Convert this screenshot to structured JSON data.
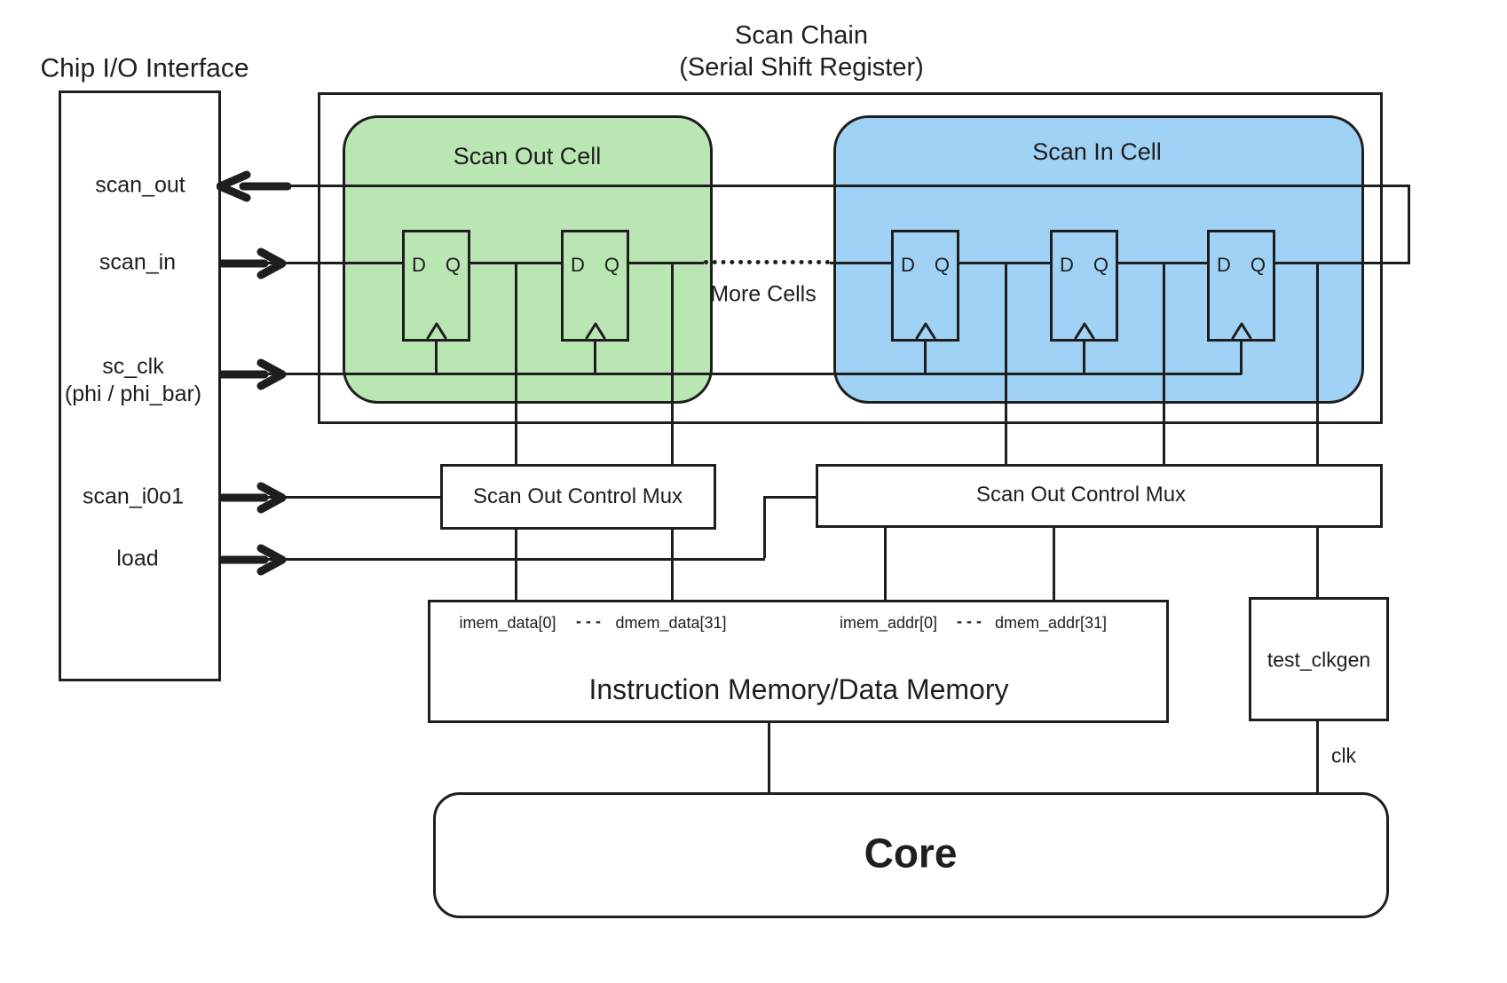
{
  "title": {
    "line1": "Scan Chain",
    "line2": "(Serial Shift Register)"
  },
  "chip_io": {
    "title": "Chip I/O Interface",
    "signals": {
      "scan_out": "scan_out",
      "scan_in": "scan_in",
      "sc_clk_line1": "sc_clk",
      "sc_clk_line2": "(phi / phi_bar)",
      "scan_i0o1": "scan_i0o1",
      "load": "load"
    }
  },
  "scan_chain": {
    "scan_out_cell_label": "Scan Out Cell",
    "scan_in_cell_label": "Scan In Cell",
    "more_cells_label": "More Cells",
    "flipflop": {
      "d_label": "D",
      "q_label": "Q"
    }
  },
  "muxes": {
    "mux1_label": "Scan Out Control Mux",
    "mux2_label": "Scan Out Control Mux"
  },
  "memory": {
    "title": "Instruction Memory/Data Memory",
    "data_ports": {
      "left": "imem_data[0]",
      "dots": "- - -",
      "right": "dmem_data[31]"
    },
    "addr_ports": {
      "left": "imem_addr[0]",
      "dots": "- - -",
      "right": "dmem_addr[31]"
    }
  },
  "clkgen": {
    "label": "test_clkgen",
    "output_label": "clk"
  },
  "core": {
    "label": "Core"
  },
  "colors": {
    "line": "#1e1e1e",
    "scan_out_cell_fill": "#b9e6b2",
    "scan_in_cell_fill": "#a0d2f6"
  }
}
